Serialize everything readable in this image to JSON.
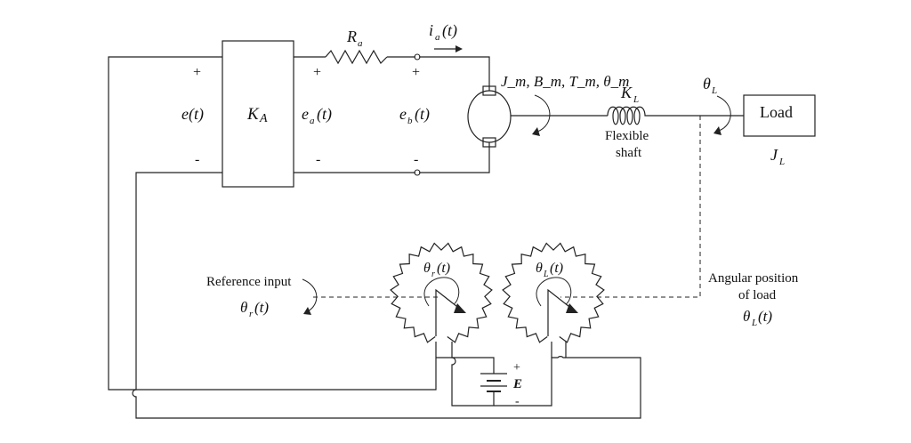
{
  "labels": {
    "ra_symbol": "R",
    "ra_sub": "a",
    "ia_symbol": "i",
    "ia_sub": "a",
    "ia_arg": "(t)",
    "ka": "K",
    "ka_sub": "A",
    "e_t": "e(t)",
    "ea_symbol": "e",
    "ea_sub": "a",
    "ea_arg": "(t)",
    "eb_symbol": "e",
    "eb_sub": "b",
    "eb_arg": "(t)",
    "plus": "+",
    "minus": "-",
    "motor_params": "J_m, B_m, T_m, θ_m",
    "kl_symbol": "K",
    "kl_sub": "L",
    "shaft_line1": "Flexible",
    "shaft_line2": "shaft",
    "theta_l_symbol": "θ",
    "theta_l_sub": "L",
    "load": "Load",
    "jl_symbol": "J",
    "jl_sub": "L",
    "reference_input": "Reference input",
    "theta_r_symbol": "θ",
    "theta_r_sub": "r",
    "theta_r_arg": "(t)",
    "theta_lt_arg": "(t)",
    "angular_line1": "Angular position",
    "angular_line2": "of load",
    "e_battery": "E"
  }
}
